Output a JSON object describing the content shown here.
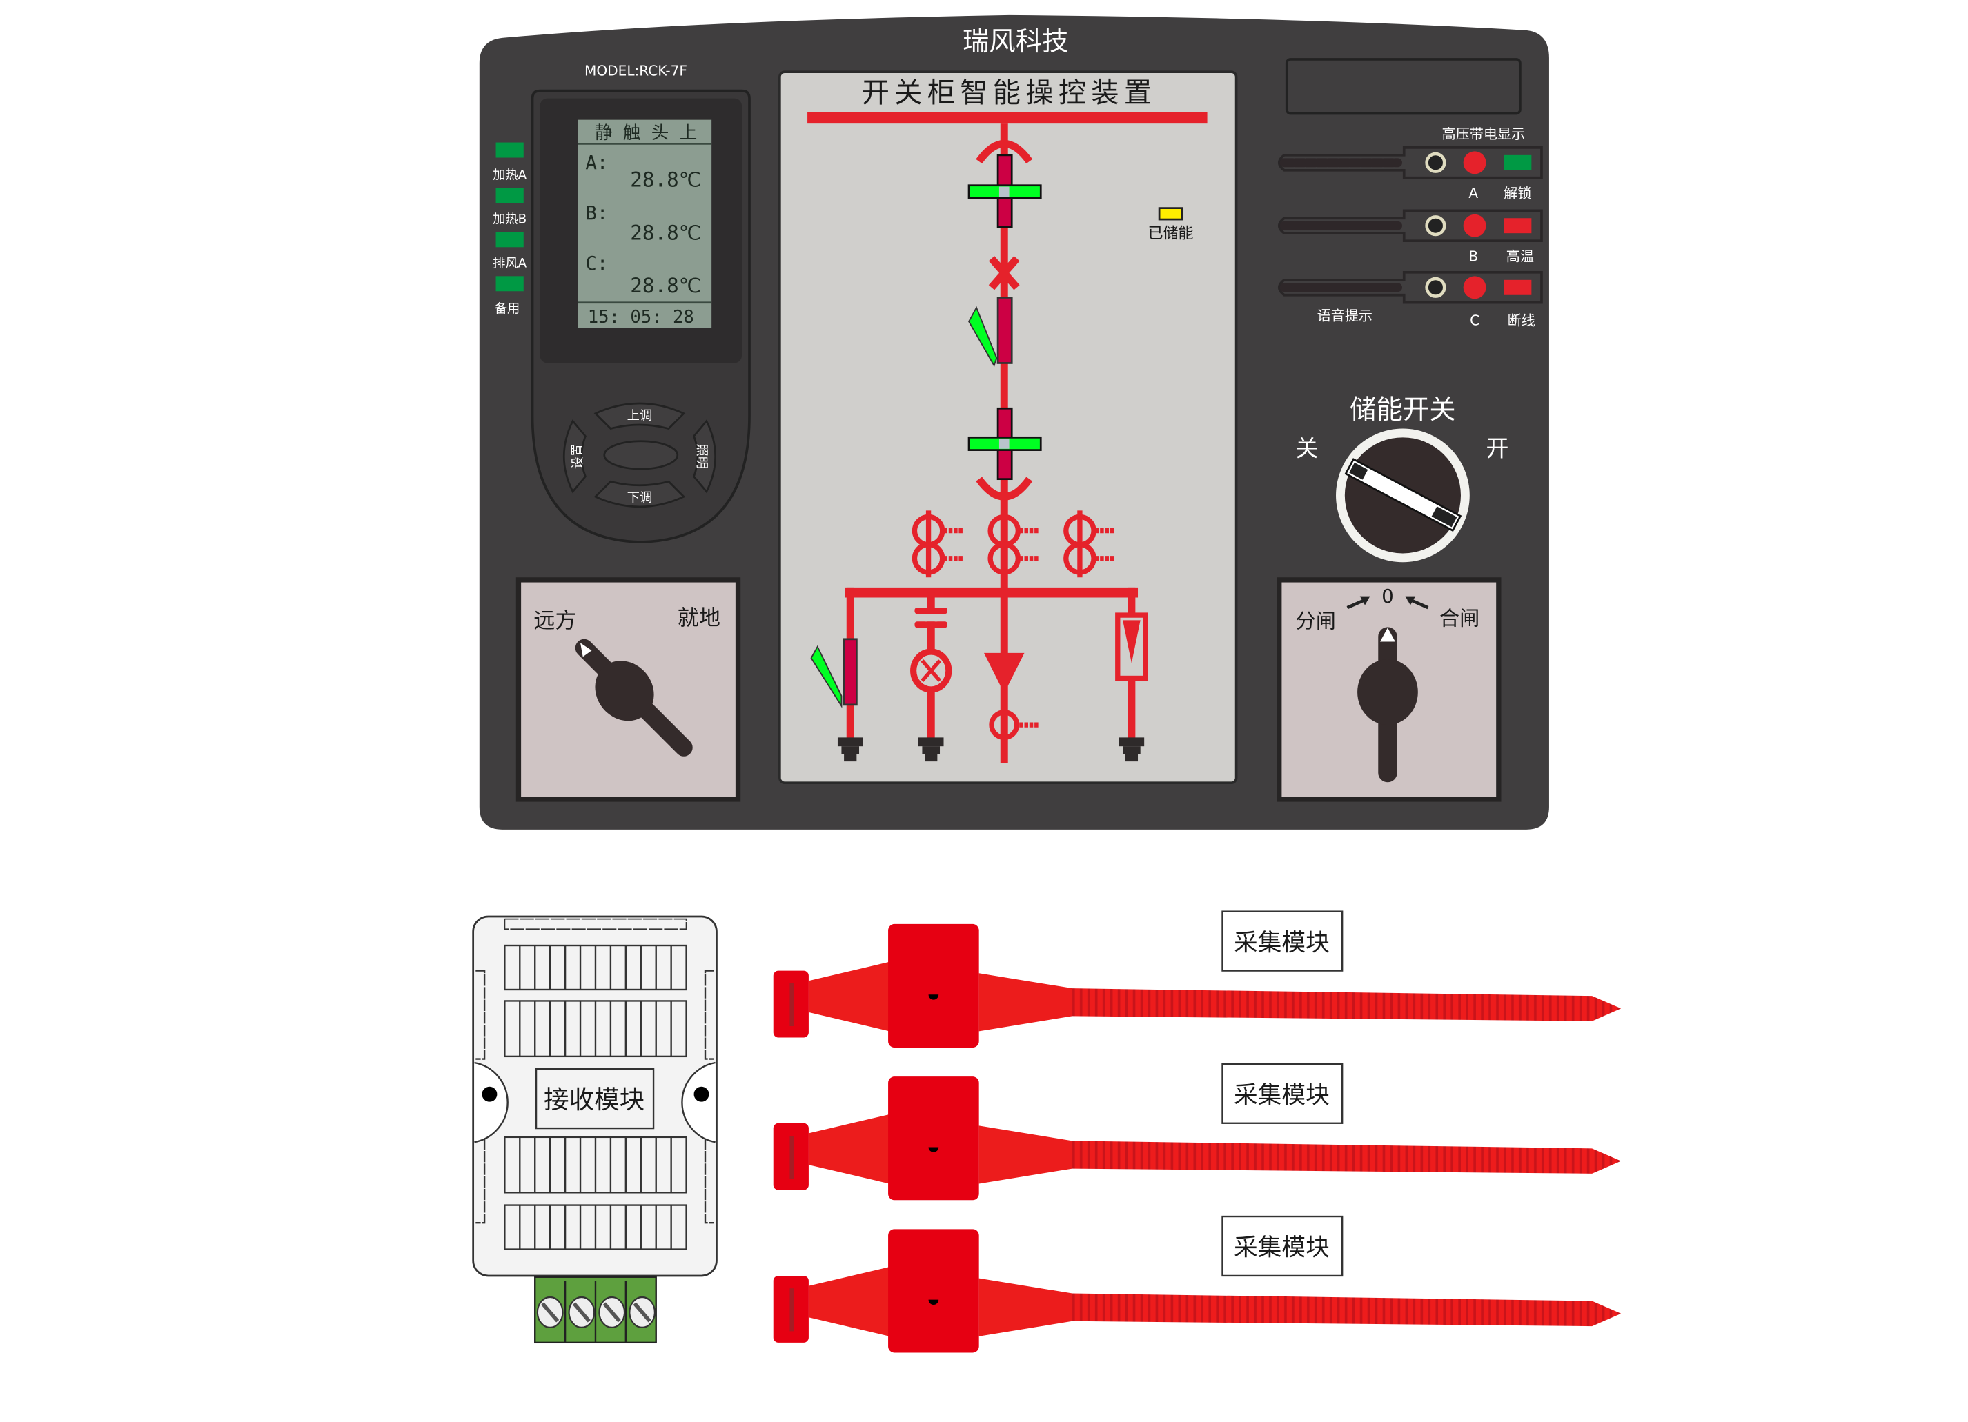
{
  "device": {
    "brand": "瑞风科技",
    "model": "MODEL:RCK-7F",
    "panel_title": "开关柜智能操控装置",
    "stored_energy_label": "已储能",
    "colors": {
      "body": "#403e3f",
      "accent_red": "#e5222b",
      "lcd": "#8c9d91",
      "led_green": "#009944",
      "blade_green": "#00ff22"
    }
  },
  "lcd": {
    "header": "静 触 头 上",
    "rows": [
      {
        "label": "A:",
        "value": "28.8℃"
      },
      {
        "label": "B:",
        "value": "28.8℃"
      },
      {
        "label": "C:",
        "value": "28.8℃"
      }
    ],
    "time": "15: 05: 28"
  },
  "indicators": [
    {
      "label": "加热A",
      "state": "green"
    },
    {
      "label": "加热B",
      "state": "green"
    },
    {
      "label": "排风A",
      "state": "green"
    },
    {
      "label": "备用",
      "state": "green"
    }
  ],
  "keypad": {
    "up": "上调",
    "down": "下调",
    "left": "设置",
    "right": "照明"
  },
  "hv_display": {
    "title": "高压带电显示",
    "voice_label": "语音提示",
    "rows": [
      {
        "phase": "A",
        "status": "解锁",
        "status_color": "#009944"
      },
      {
        "phase": "B",
        "status": "高温",
        "status_color": "#e5222b"
      },
      {
        "phase": "C",
        "status": "断线",
        "status_color": "#e5222b"
      }
    ]
  },
  "energy_switch": {
    "title": "储能开关",
    "off": "关",
    "on": "开"
  },
  "remote_local_switch": {
    "left": "远方",
    "right": "就地"
  },
  "open_close_switch": {
    "left": "分闸",
    "center": "0",
    "right": "合闸"
  },
  "receiver_module": {
    "label": "接收模块"
  },
  "collector_modules": [
    {
      "label": "采集模块"
    },
    {
      "label": "采集模块"
    },
    {
      "label": "采集模块"
    }
  ]
}
